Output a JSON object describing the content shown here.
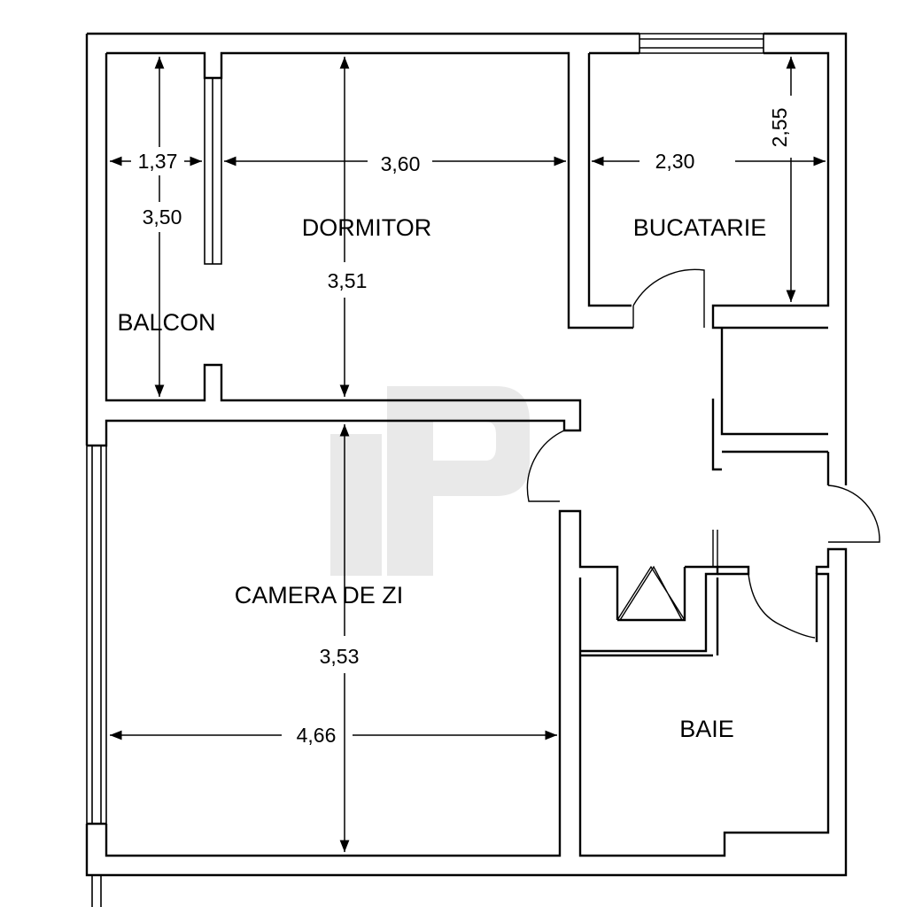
{
  "rooms": {
    "dormitor": "DORMITOR",
    "bucatarie": "BUCATARIE",
    "balcon": "BALCON",
    "camera_de_zi": "CAMERA DE ZI",
    "baie": "BAIE"
  },
  "dimensions": {
    "balcon_width": "1,37",
    "balcon_length": "3,50",
    "dormitor_width": "3,60",
    "dormitor_length": "3,51",
    "bucatarie_width": "2,30",
    "bucatarie_length": "2,55",
    "camera_width": "4,66",
    "camera_length": "3,53"
  }
}
